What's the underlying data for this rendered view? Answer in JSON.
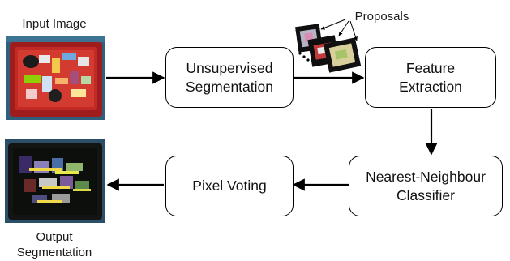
{
  "labels": {
    "input_image": "Input Image",
    "proposals": "Proposals",
    "output_segmentation": "Output\nSegmentation"
  },
  "nodes": {
    "unsupervised_segmentation": "Unsupervised\nSegmentation",
    "feature_extraction": "Feature\nExtraction",
    "nearest_neighbour_classifier": "Nearest-Neighbour\nClassifier",
    "pixel_voting": "Pixel Voting"
  },
  "colors": {
    "bin_red": "#b3201f",
    "floor_blue": "#2f5f7d",
    "dark_bg": "#0d0f0d"
  }
}
